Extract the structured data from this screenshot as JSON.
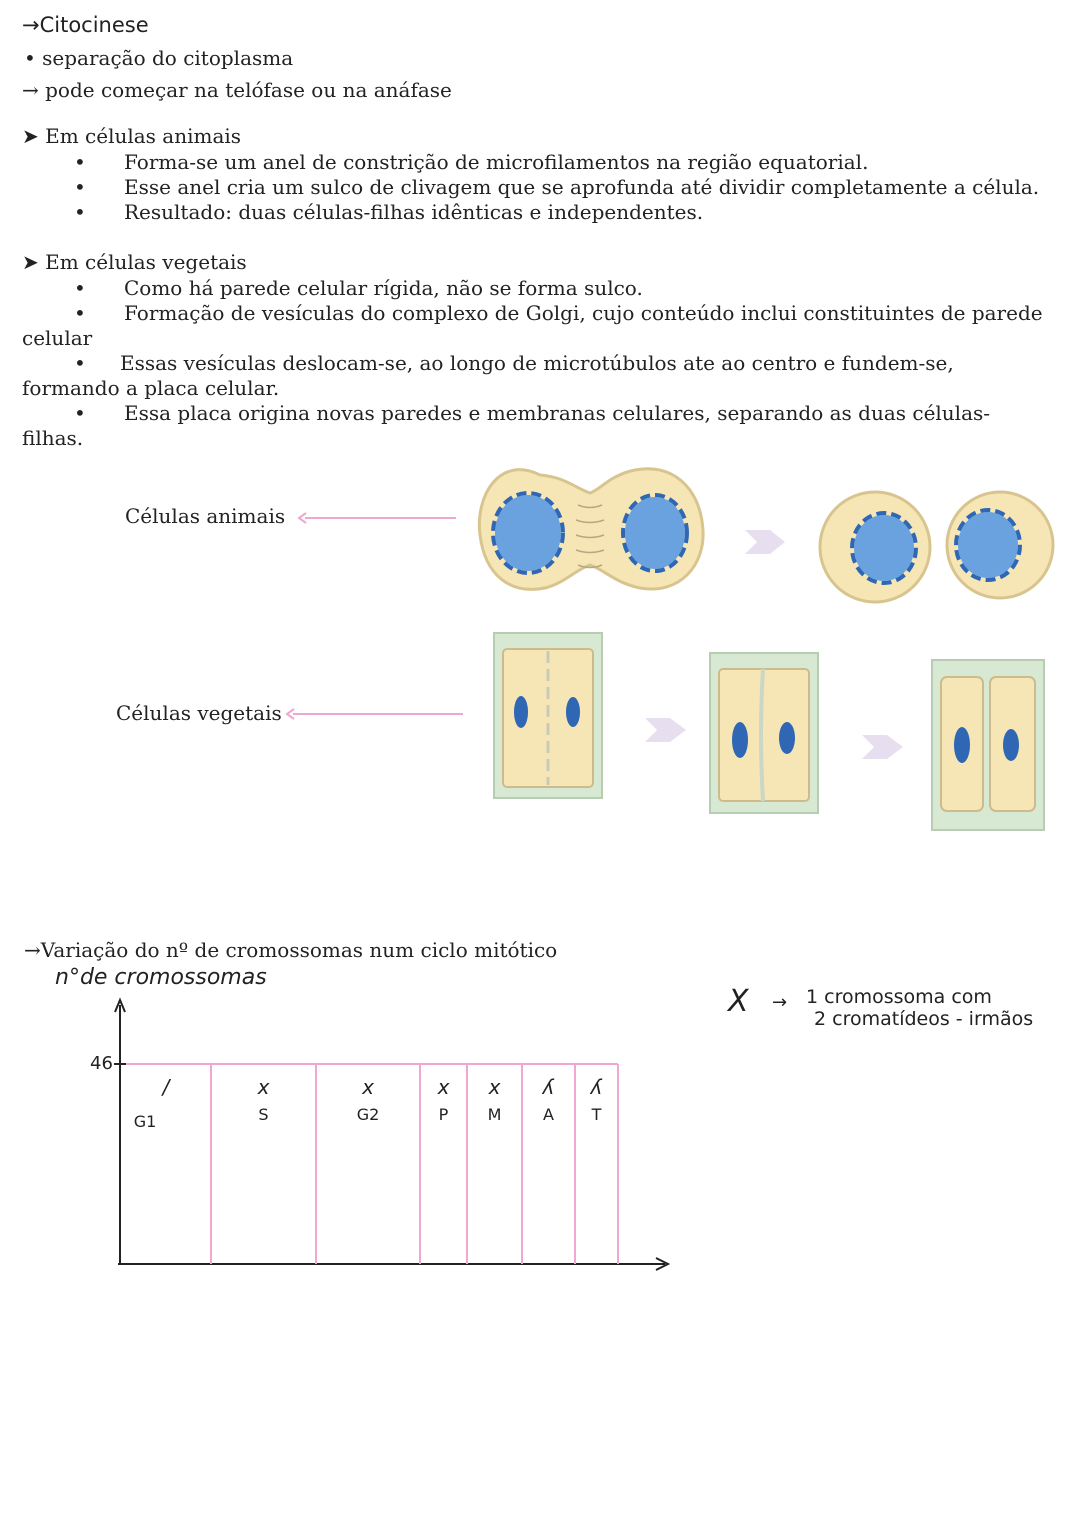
{
  "section1": {
    "heading": "→Citocinese",
    "line1": "• separação do citoplasma",
    "line2": "→ pode começar na telófase ou na anáfase"
  },
  "animal": {
    "heading": "➤ Em células animais",
    "bullet_glyph": "•",
    "items": [
      "Forma-se um anel de constrição de microfilamentos na região equatorial.",
      "Esse anel cria um sulco de clivagem que se aprofunda até dividir completamente a célula.",
      "Resultado: duas células-filhas idênticas e independentes."
    ]
  },
  "plant": {
    "heading": "➤ Em células vegetais",
    "item1": "Como há parede celular rígida, não se forma sulco.",
    "item2a": "Formação de vesículas do complexo de Golgi, cujo conteúdo inclui constituintes de parede",
    "item2b": "celular",
    "item3a": "Essas vesículas deslocam-se, ao longo de microtúbulos ate ao centro e fundem-se,",
    "item3b": "formando a placa celular.",
    "item4a": "Essa placa origina novas paredes e membranas celulares, separando as duas células-",
    "item4b": "filhas."
  },
  "figure": {
    "label_animal": "Células animais",
    "label_plant": "Células vegetais",
    "colors": {
      "arrow_line": "#f0a6cf",
      "cytoplasm": "#f6e6b6",
      "cell_border": "#d8c48e",
      "nucleus": "#6aa2df",
      "wall": "#d7e9d2",
      "stage_arrow": "#e7dff0"
    }
  },
  "section2": {
    "heading": "→Variação do nº de cromossomas num ciclo mitótico"
  },
  "chart_data": {
    "type": "line",
    "ylabel": "n°de cromossomas",
    "y_tick": "46",
    "y_value": 46,
    "phases": [
      "G1",
      "S",
      "G2",
      "P",
      "M",
      "A",
      "T"
    ],
    "phase_symbols": [
      "/",
      "x",
      "x",
      "x",
      "x",
      "ʎ",
      "ʎ"
    ],
    "line_color": "#f2a6d2"
  },
  "note": {
    "symbol": "X",
    "arrow": "→",
    "line1": "1 cromossoma com",
    "line2": "2 cromatídeos - irmãos"
  }
}
